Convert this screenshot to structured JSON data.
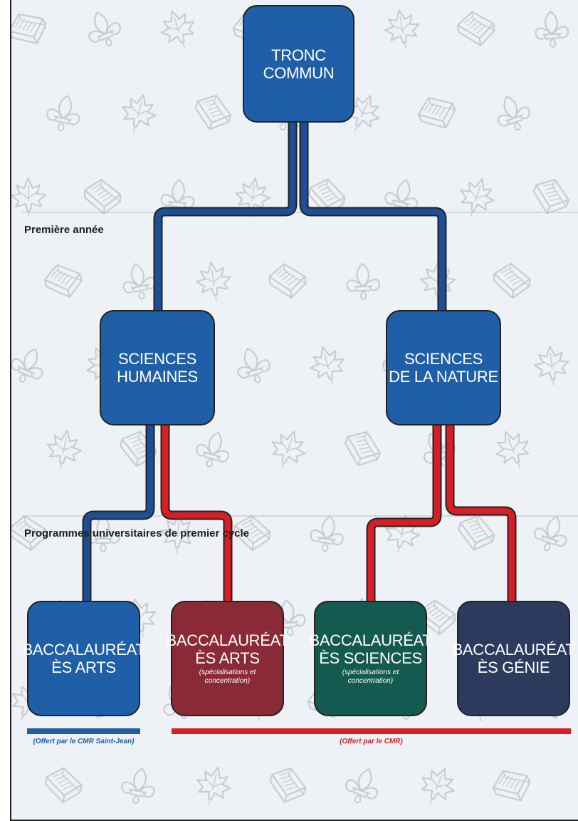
{
  "colors": {
    "background": "#eef1f5",
    "blue_path": "#1f4e97",
    "red_path": "#d41f26",
    "humanities_box": "#1f5fa8",
    "arts_cmr_box": "#8b2a37",
    "sciences_box": "#155a50",
    "engineering_box": "#2c3a5e",
    "outline": "#222222",
    "watermark": "#c9ccd1"
  },
  "watermark_icons": [
    "book-icon",
    "fleur-de-lis-icon",
    "maple-leaf-icon"
  ],
  "levels": {
    "first_year": "Première année",
    "undergraduate": "Programmes universitaires de premier cycle"
  },
  "nodes": {
    "core": {
      "lines": [
        "TRONC",
        "COMMUN"
      ]
    },
    "humanities": {
      "lines": [
        "SCIENCES",
        "HUMAINES"
      ]
    },
    "natural_sciences": {
      "lines": [
        "SCIENCES",
        "DE LA NATURE"
      ]
    },
    "ba_saint_jean": {
      "lines": [
        "BACCALAURÉAT",
        "ÈS ARTS"
      ],
      "note": []
    },
    "ba_cmr": {
      "lines": [
        "BACCALAURÉAT",
        "ÈS ARTS"
      ],
      "note": [
        "(spécialisations et",
        "concentration)"
      ]
    },
    "bsc_cmr": {
      "lines": [
        "BACCALAURÉAT",
        "ÈS SCIENCES"
      ],
      "note": [
        "(spécialisations et",
        "concentration)"
      ]
    },
    "beng_cmr": {
      "lines": [
        "BACCALAURÉAT",
        "ÈS GÉNIE"
      ],
      "note": []
    }
  },
  "offered_by": {
    "saint_jean": "(Offert par le CMR Saint-Jean)",
    "cmr": "(Offert par le CMR)"
  }
}
